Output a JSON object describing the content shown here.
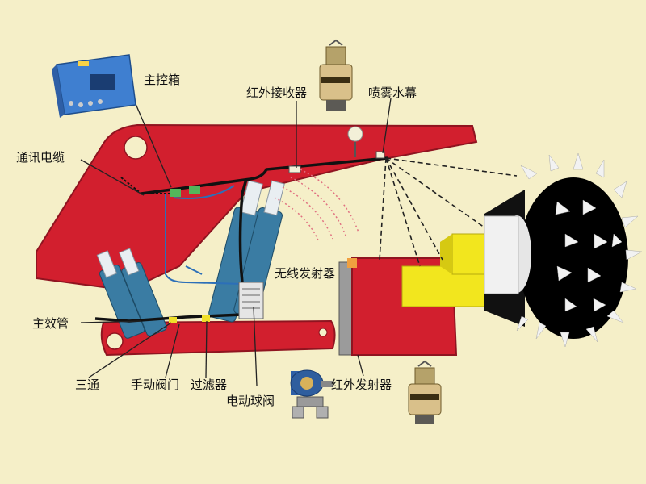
{
  "labels": {
    "main_box": "主控箱",
    "comm_cable": "通讯电缆",
    "ir_receiver": "红外接收器",
    "spray_curtain": "喷雾水幕",
    "wireless_tx": "无线发射器",
    "main_pipe": "主效管",
    "tee": "三通",
    "manual_valve": "手动阀门",
    "filter": "过滤器",
    "electric_ball_valve": "电动球阀",
    "ir_transmitter": "红外发射器"
  },
  "colors": {
    "background": "#f5efc8",
    "machine_body": "#d21f2e",
    "cylinder": "#3a7ca3",
    "control_box": "#3f7fd0",
    "cable": "#111111",
    "yellow_block": "#f2e61e",
    "drum": "#000000"
  },
  "icons": [
    "control-box-icon",
    "ir-receiver-icon",
    "ir-transmitter-icon",
    "electric-ball-valve-icon",
    "cutter-drum-icon"
  ]
}
